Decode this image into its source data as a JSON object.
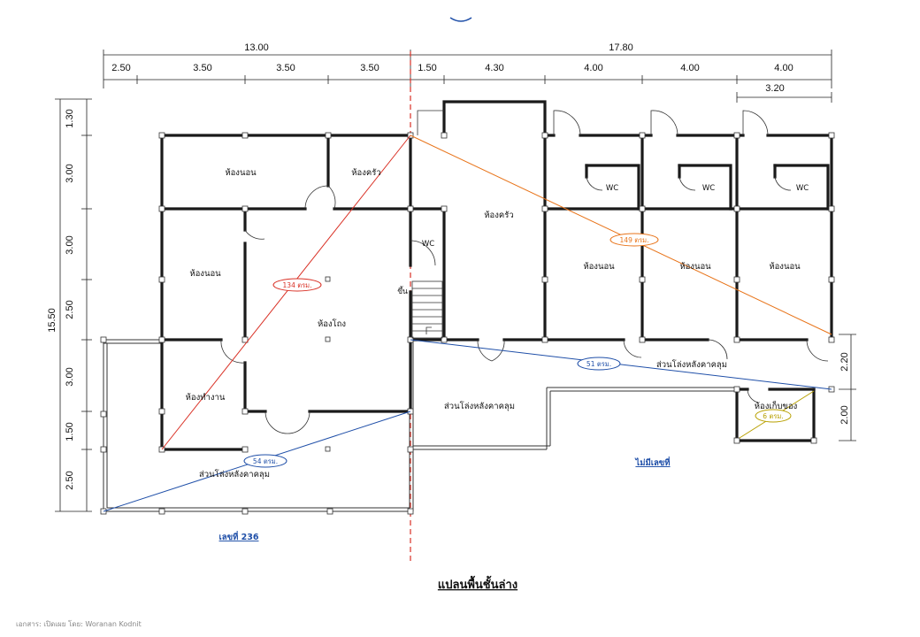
{
  "dimensions": {
    "top_total_left": "13.00",
    "top_total_right": "17.80",
    "top_segments": [
      "2.50",
      "3.50",
      "3.50",
      "3.50",
      "1.50",
      "4.30",
      "4.00",
      "4.00",
      "4.00"
    ],
    "top_sub": "3.20",
    "left_total": "15.50",
    "left_segments": [
      "1.30",
      "3.00",
      "3.00",
      "2.50",
      "3.00",
      "1.50",
      "2.50"
    ],
    "right_segments": [
      "2.20",
      "2.00"
    ]
  },
  "rooms": {
    "bedroom_top_left": "ห้องนอน",
    "kitchen_small": "ห้องครัว",
    "bedroom_left": "ห้องนอน",
    "hall": "ห้องโถง",
    "workroom": "ห้องทำงาน",
    "kitchen_main": "ห้องครัว",
    "wc_small": "WC",
    "stair": "ขึ้น",
    "bedroom_1": "ห้องนอน",
    "bedroom_2": "ห้องนอน",
    "bedroom_3": "ห้องนอน",
    "wc_1": "WC",
    "wc_2": "WC",
    "wc_3": "WC",
    "covered_left": "ส่วนโล่งหลังคาคลุม",
    "covered_middle": "ส่วนโล่งหลังคาคลุม",
    "covered_right": "ส่วนโล่งหลังคาคลุม",
    "storage": "ห้องเก็บของ"
  },
  "callouts": {
    "red": {
      "label": "134 ตรม.",
      "color": "#d93025"
    },
    "orange": {
      "label": "149 ตรม.",
      "color": "#e8741a"
    },
    "blue_right": {
      "label": "51 ตรม.",
      "color": "#1f4fa8"
    },
    "blue_left": {
      "label": "54 ตรม.",
      "color": "#1f4fa8"
    },
    "gold": {
      "label": "6 ตรม.",
      "color": "#b8a000"
    }
  },
  "lots": {
    "left": "เลขที่ 236",
    "right": "ไม่มีเลขที่"
  },
  "title": "แปลนพื้นชั้นล่าง",
  "credit": "เอกสาร: เปิดเผย โดย: Woranan Kodnit",
  "colors": {
    "boundary": "#d93025",
    "wall": "#1a1a1a"
  }
}
